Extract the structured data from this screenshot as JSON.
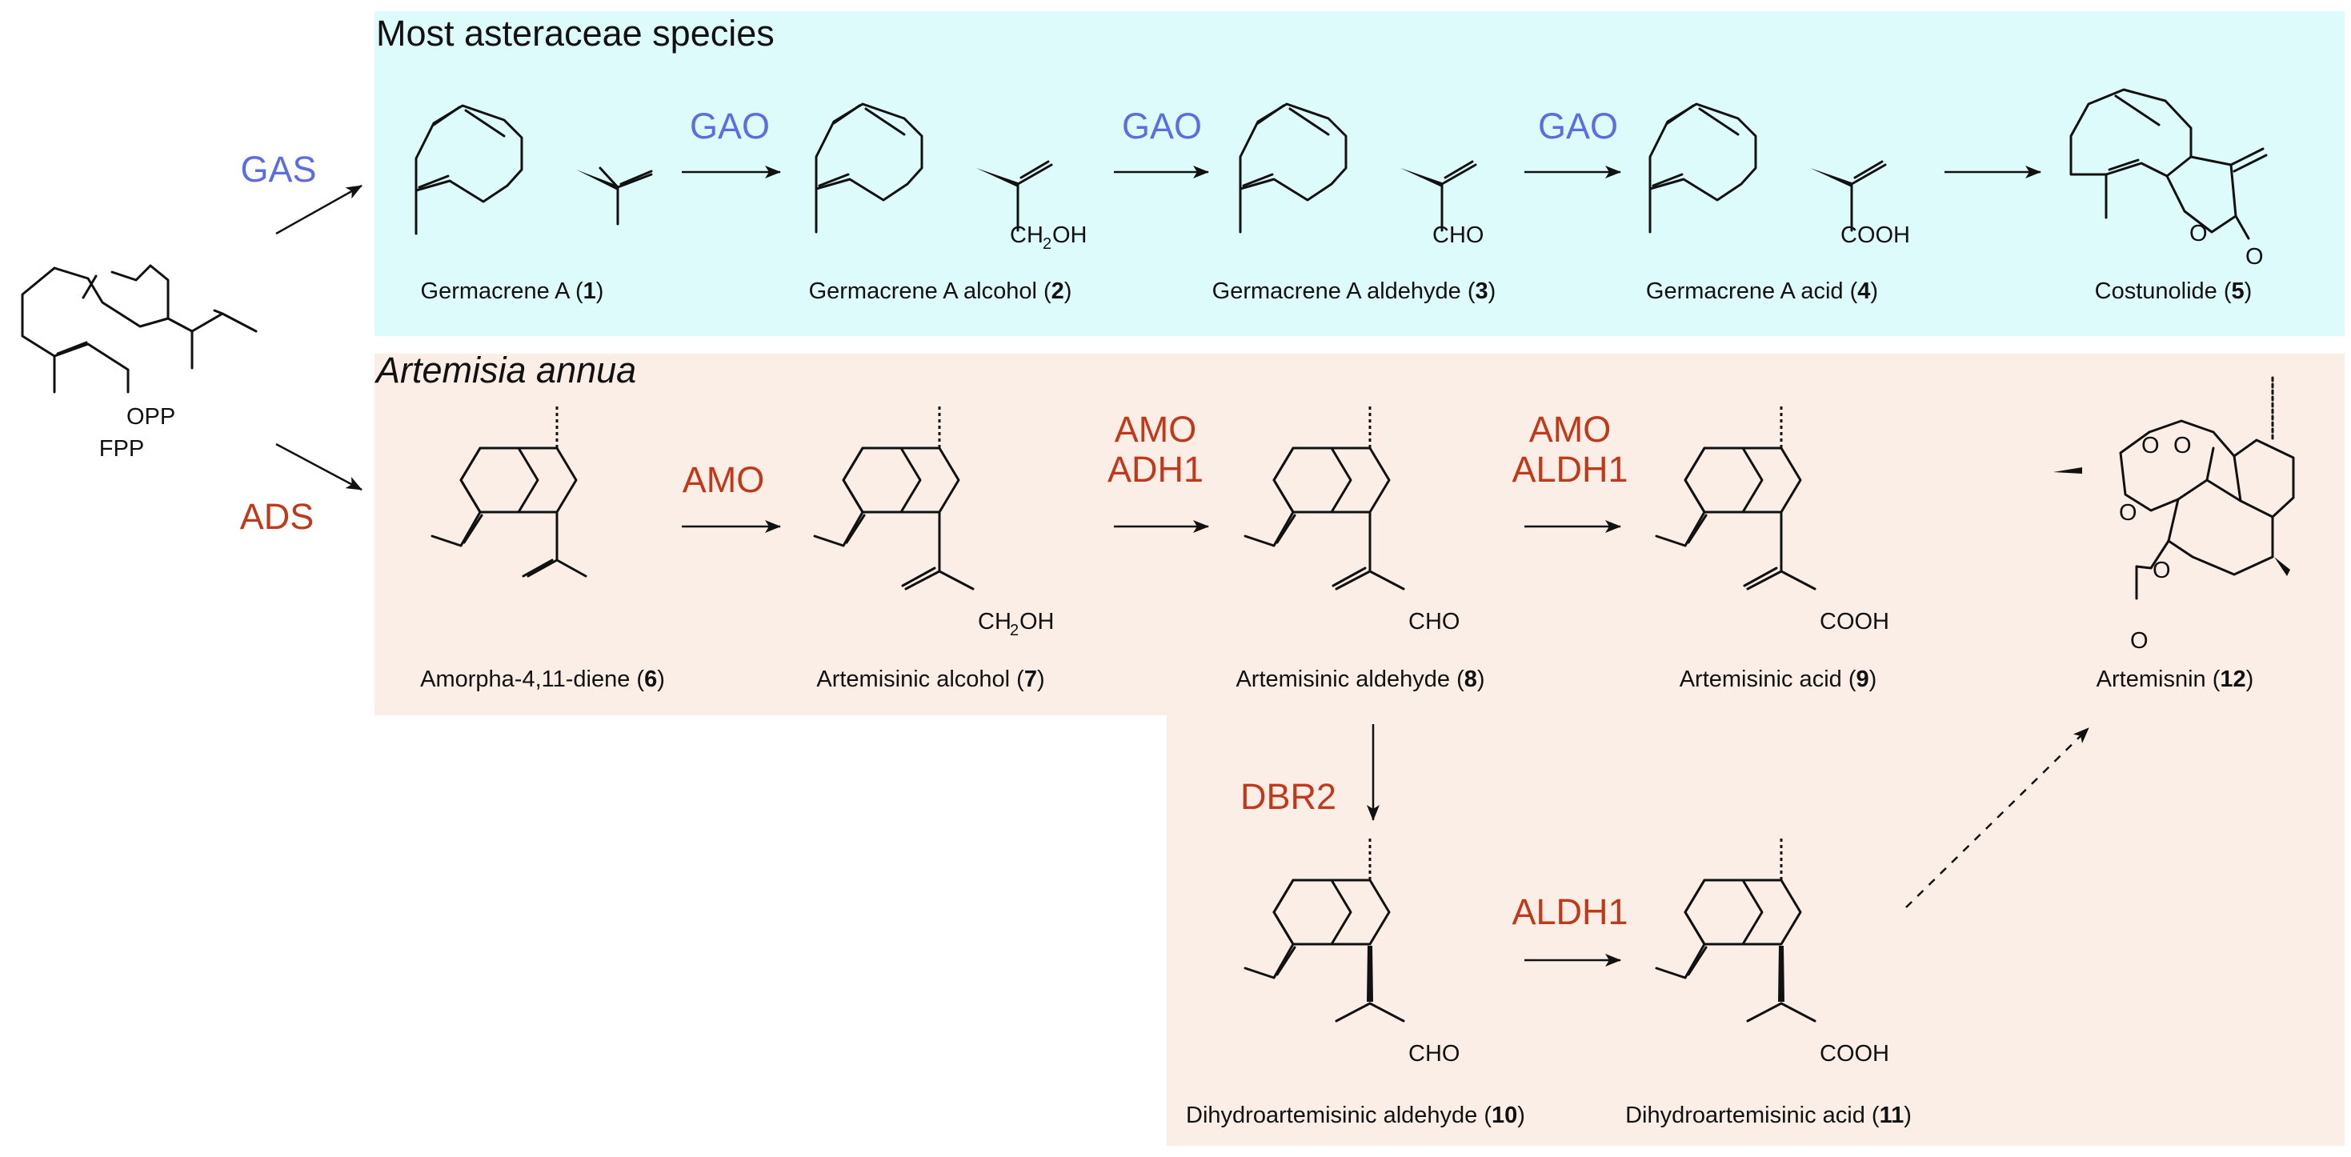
{
  "panels": {
    "asteraceae": {
      "title": "Most asteraceae species",
      "color": "#defbfc"
    },
    "artemisia": {
      "title": "Artemisia annua",
      "color": "#fbeee6"
    }
  },
  "start": {
    "label": "FPP",
    "group": "OPP"
  },
  "enzymes": {
    "gas": "GAS",
    "gao1": "GAO",
    "gao2": "GAO",
    "gao3": "GAO",
    "ads": "ADS",
    "amo1": "AMO",
    "amo2_a": "AMO",
    "amo2_b": "ADH1",
    "amo3_a": "AMO",
    "amo3_b": "ALDH1",
    "dbr2": "DBR2",
    "aldh1": "ALDH1"
  },
  "colors": {
    "asteraceae_enzyme": "#5b6ee1",
    "artemisia_enzyme": "#bf3a1b",
    "ink": "#111111"
  },
  "compounds": {
    "c1": {
      "name": "Germacrene A (",
      "num": "1",
      "close": ")",
      "group": ""
    },
    "c2": {
      "name": "Germacrene A alcohol (",
      "num": "2",
      "close": ")",
      "group": "CH2OH"
    },
    "c3": {
      "name": "Germacrene A aldehyde (",
      "num": "3",
      "close": ")",
      "group": "CHO"
    },
    "c4": {
      "name": "Germacrene A acid (",
      "num": "4",
      "close": ")",
      "group": "COOH"
    },
    "c5": {
      "name": "Costunolide (",
      "num": "5",
      "close": ")",
      "group": "O"
    },
    "c6": {
      "name": "Amorpha-4,11-diene (",
      "num": "6",
      "close": ")",
      "group": ""
    },
    "c7": {
      "name": "Artemisinic alcohol (",
      "num": "7",
      "close": ")",
      "group": "CH2OH"
    },
    "c8": {
      "name": "Artemisinic aldehyde (",
      "num": "8",
      "close": ")",
      "group": "CHO"
    },
    "c9": {
      "name": "Artemisinic acid (",
      "num": "9",
      "close": ")",
      "group": "COOH"
    },
    "c10": {
      "name": "Dihydroartemisinic aldehyde (",
      "num": "10",
      "close": ")",
      "group": "CHO"
    },
    "c11": {
      "name": "Dihydroartemisinic acid (",
      "num": "11",
      "close": ")",
      "group": "COOH"
    },
    "c12": {
      "name": "Artemisnin (",
      "num": "12",
      "close": ")",
      "group": "O"
    }
  }
}
